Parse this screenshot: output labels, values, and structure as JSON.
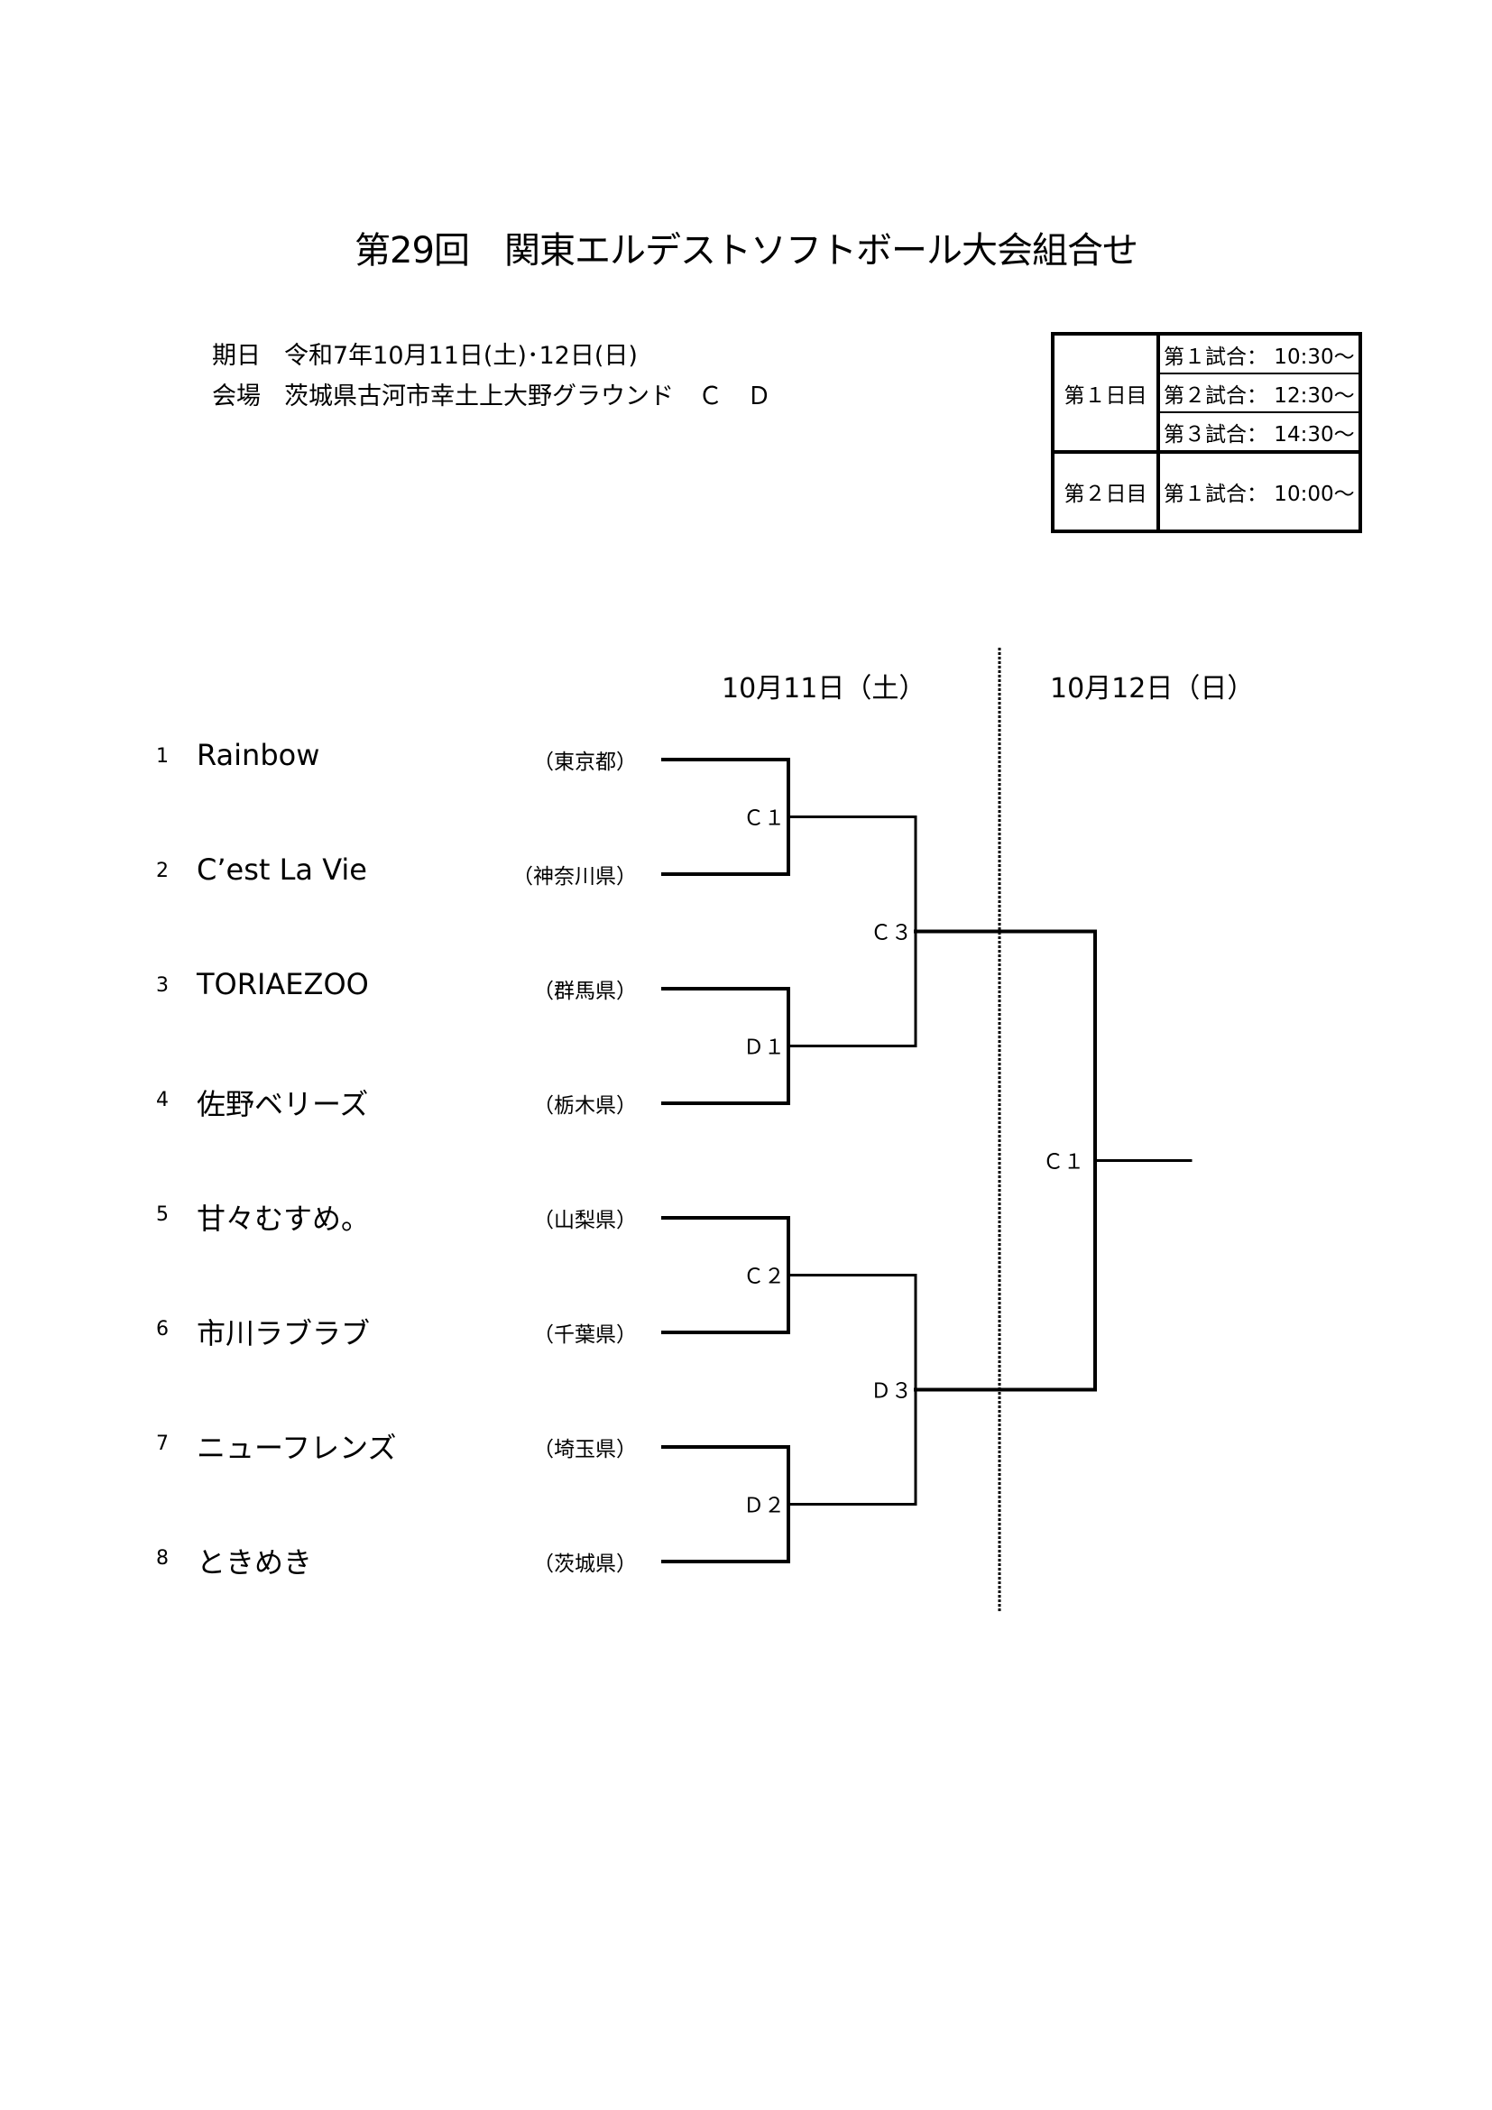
{
  "title": "第29回　関東エルデストソフトボール大会組合せ",
  "info": {
    "date_label": "期日",
    "date_value": "令和7年10月11日(土)･12日(日)",
    "venue_label": "会場",
    "venue_value": "茨城県古河市幸土上大野グラウンド　Ｃ　Ｄ"
  },
  "schedule": {
    "day1": {
      "label": "第１日目",
      "games": [
        "第１試合：  10:30～",
        "第２試合：  12:30～",
        "第３試合：  14:30～"
      ]
    },
    "day2": {
      "label": "第２日目",
      "games": [
        "第１試合：  10:00～"
      ]
    }
  },
  "bracket": {
    "dates": [
      "10月11日（土）",
      "10月12日（日）"
    ],
    "teams": [
      {
        "seed": "1",
        "name": "Rainbow",
        "prefecture": "（東京都）"
      },
      {
        "seed": "2",
        "name": "C’est La Vie",
        "prefecture": "（神奈川県）"
      },
      {
        "seed": "3",
        "name": "TORIAEZOO",
        "prefecture": "（群馬県）"
      },
      {
        "seed": "4",
        "name": "佐野ベリーズ",
        "prefecture": "（栃木県）"
      },
      {
        "seed": "5",
        "name": "甘々むすめ。",
        "prefecture": "（山梨県）"
      },
      {
        "seed": "6",
        "name": "市川ラブラブ",
        "prefecture": "（千葉県）"
      },
      {
        "seed": "7",
        "name": "ニューフレンズ",
        "prefecture": "（埼玉県）"
      },
      {
        "seed": "8",
        "name": "ときめき",
        "prefecture": "（茨城県）"
      }
    ],
    "matches": {
      "round1": [
        "Ｃ１",
        "Ｄ１",
        "Ｃ２",
        "Ｄ２"
      ],
      "round2": [
        "Ｃ３",
        "Ｄ３"
      ],
      "final": "Ｃ１"
    }
  }
}
